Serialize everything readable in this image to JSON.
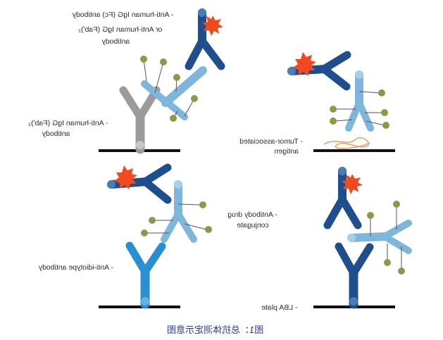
{
  "labels": {
    "fc_line1": "- Anti-human IgG (Fc) antibody",
    "fc_line2": "or Anti-human IgG (Fab')₂",
    "fc_line3": "antibody",
    "fab_line1": "- Anti-human IgG (Fab')₂",
    "fab_line2": "antibody",
    "tumor_line1": "- Tumor-associated",
    "tumor_line2": "antigen",
    "adc_line1": "- Antibody drug",
    "adc_line2": "conjugate",
    "idiotype_line1": "- Anti-idiotype antibody",
    "plate_line1": "- LBA plate"
  },
  "caption": "图1：总抗体测定示意图",
  "colors": {
    "dark_blue": "#1f4e8c",
    "light_blue": "#7fb6dc",
    "mid_blue": "#2a8fd0",
    "grey": "#9b9b9b",
    "drug": "#8a9a4a",
    "star": "#f04a1e",
    "antigen": "#e8a36a",
    "plate": "#111111"
  }
}
